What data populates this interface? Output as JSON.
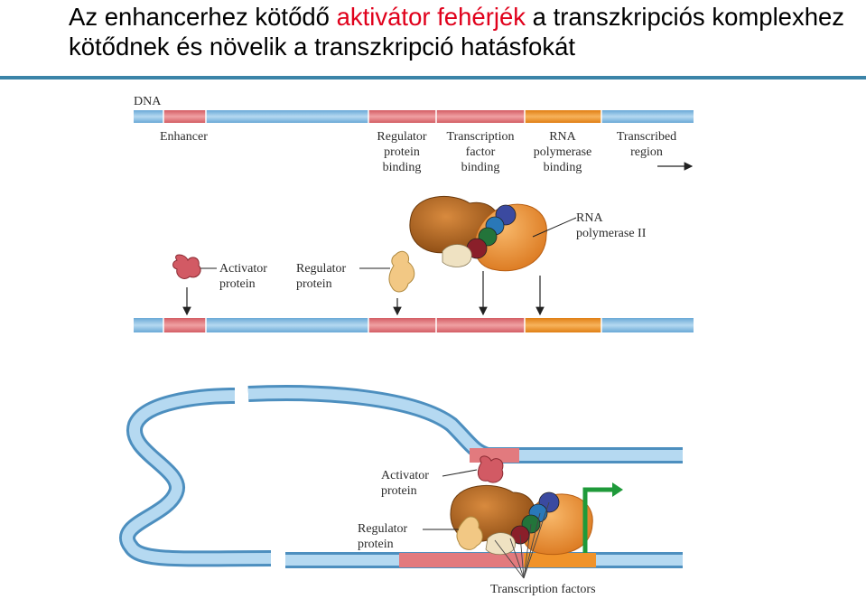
{
  "slide": {
    "title_part1": "Az enhancerhez kötődő ",
    "title_highlight": "aktivátor fehérjék",
    "title_part2": " a transzkripciós komplexhez kötődnek és növelik a transzkripció hatásfokát",
    "highlight_color": "#e0001b",
    "rule_color": "#3b84a8"
  },
  "diagram": {
    "dna_label": "DNA",
    "enhancer": "Enhancer",
    "regulator_binding": [
      "Regulator",
      "protein",
      "binding"
    ],
    "tf_binding": [
      "Transcription",
      "factor",
      "binding"
    ],
    "rnapol_binding": [
      "RNA",
      "polymerase",
      "binding"
    ],
    "transcribed_region": [
      "Transcribed",
      "region"
    ],
    "rna_pol_ii": [
      "RNA",
      "polymerase II"
    ],
    "activator_protein": [
      "Activator",
      "protein"
    ],
    "regulator_protein": [
      "Regulator",
      "protein"
    ],
    "transcription_factors": "Transcription factors",
    "colors": {
      "dna_blue": "#8ec1e3",
      "dna_edge": "#4d8fbf",
      "enhancer_pink": "#e27a7e",
      "polymerase_orange": "#f0932a",
      "arrow_green": "#1f9a3a"
    }
  }
}
